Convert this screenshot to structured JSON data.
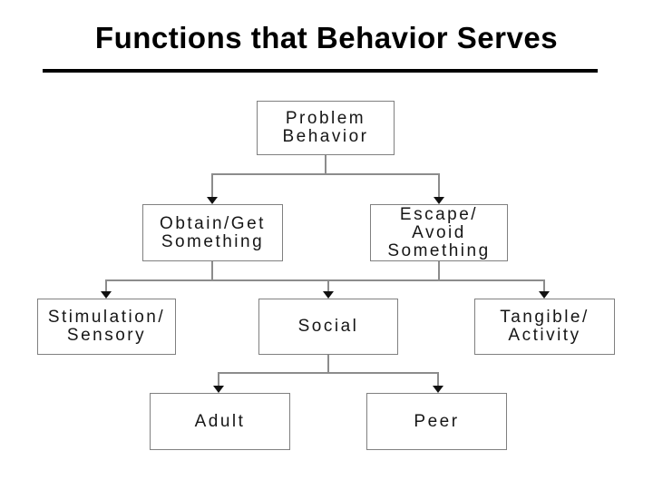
{
  "slide": {
    "title": "Functions that Behavior Serves",
    "diagram": {
      "type": "flowchart",
      "nodes": [
        {
          "id": "problem-behavior",
          "label": "Problem\nBehavior"
        },
        {
          "id": "obtain-get-something",
          "label": "Obtain/Get\nSomething"
        },
        {
          "id": "escape-avoid-something",
          "label": "Escape/\nAvoid\nSomething"
        },
        {
          "id": "stimulation-sensory",
          "label": "Stimulation/\nSensory"
        },
        {
          "id": "social",
          "label": "Social"
        },
        {
          "id": "tangible-activity",
          "label": "Tangible/\nActivity"
        },
        {
          "id": "adult",
          "label": "Adult"
        },
        {
          "id": "peer",
          "label": "Peer"
        }
      ],
      "edges": [
        {
          "from": "problem-behavior",
          "to": "obtain-get-something"
        },
        {
          "from": "problem-behavior",
          "to": "escape-avoid-something"
        },
        {
          "from": "obtain-get-something",
          "to": "stimulation-sensory"
        },
        {
          "from": "obtain-get-something",
          "to": "social"
        },
        {
          "from": "escape-avoid-something",
          "to": "social"
        },
        {
          "from": "escape-avoid-something",
          "to": "tangible-activity"
        },
        {
          "from": "social",
          "to": "adult"
        },
        {
          "from": "social",
          "to": "peer"
        }
      ],
      "colors": {
        "background": "#ffffff",
        "connector_line": "#8c8c8c",
        "box_border": "#808080",
        "arrowhead": "#111111",
        "text": "#161616",
        "title_text": "#000000"
      }
    }
  }
}
